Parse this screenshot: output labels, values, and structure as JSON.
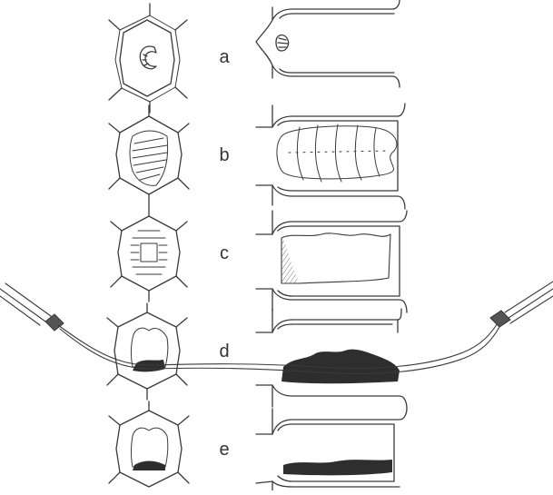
{
  "figure": {
    "stages": [
      {
        "key": "a",
        "label": "a"
      },
      {
        "key": "b",
        "label": "b"
      },
      {
        "key": "c",
        "label": "c"
      },
      {
        "key": "d",
        "label": "d"
      },
      {
        "key": "e",
        "label": "e"
      }
    ],
    "ink_color": "#333333",
    "deposit_color": "#2a2a2a"
  }
}
